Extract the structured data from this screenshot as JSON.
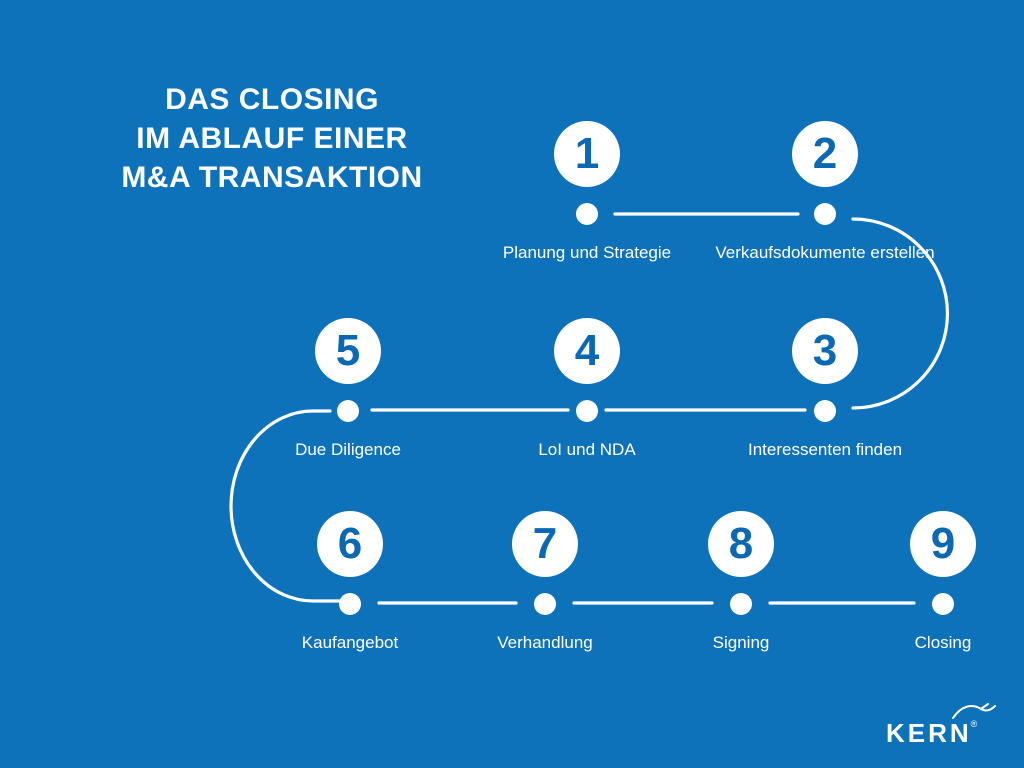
{
  "title": {
    "lines": [
      "DAS CLOSING",
      "IM ABLAUF EINER",
      "M&A TRANSAKTION"
    ]
  },
  "steps": [
    {
      "number": "1",
      "label": "Planung und Strategie"
    },
    {
      "number": "2",
      "label": "Verkaufsdokumente erstellen"
    },
    {
      "number": "3",
      "label": "Interessenten finden"
    },
    {
      "number": "4",
      "label": "LoI und NDA"
    },
    {
      "number": "5",
      "label": "Due Diligence"
    },
    {
      "number": "6",
      "label": "Kaufangebot"
    },
    {
      "number": "7",
      "label": "Verhandlung"
    },
    {
      "number": "8",
      "label": "Signing"
    },
    {
      "number": "9",
      "label": "Closing"
    }
  ],
  "logo": {
    "text": "KERN",
    "registered": "®"
  },
  "colors": {
    "background": "#0d72b9",
    "step_number": "#0a69b2",
    "white": "#ffffff"
  }
}
